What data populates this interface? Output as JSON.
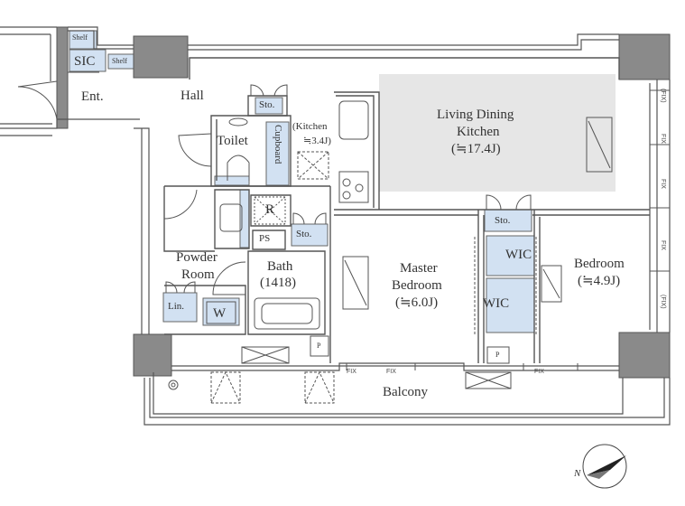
{
  "rooms": {
    "sic": "SIC",
    "shelf_1": "Shelf",
    "shelf_2": "Shelf",
    "entrance": "Ent.",
    "hall": "Hall",
    "storage_hall": "Sto.",
    "toilet": "Toilet",
    "cupboard": "Cupboard",
    "kitchen_name": "(Kitchen",
    "kitchen_size": "≒3.4J)",
    "refrigerator": "R",
    "pipe_space": "PS",
    "storage_kitchen": "Sto.",
    "powder_room_1": "Powder",
    "powder_room_2": "Room",
    "linen": "Lin.",
    "washer": "W",
    "bath_name": "Bath",
    "bath_size": "(1418)",
    "ldk_1": "Living Dining",
    "ldk_2": "Kitchen",
    "ldk_size": "(≒17.4J)",
    "storage_bedroom": "Sto.",
    "wic_1": "WIC",
    "wic_2": "WIC",
    "master_1": "Master",
    "master_2": "Bedroom",
    "master_size": "(≒6.0J)",
    "bedroom": "Bedroom",
    "bedroom_size": "(≒4.9J)",
    "balcony": "Balcony",
    "p_1": "P",
    "p_2": "P"
  },
  "windows": {
    "fix_1": "FIX",
    "fix_2": "FIX",
    "fix_3": "FIX",
    "fix_4": "FIX",
    "fix_5": "FIX",
    "fix_6": "FIX",
    "fix_paren_1": "(FIX)",
    "fix_paren_2": "(FIX)"
  },
  "compass": "N",
  "colors": {
    "wall": "#8a8a8a",
    "storage": "#d2e1f2",
    "ldk_floor": "#e6e6e6",
    "line": "#555555"
  }
}
